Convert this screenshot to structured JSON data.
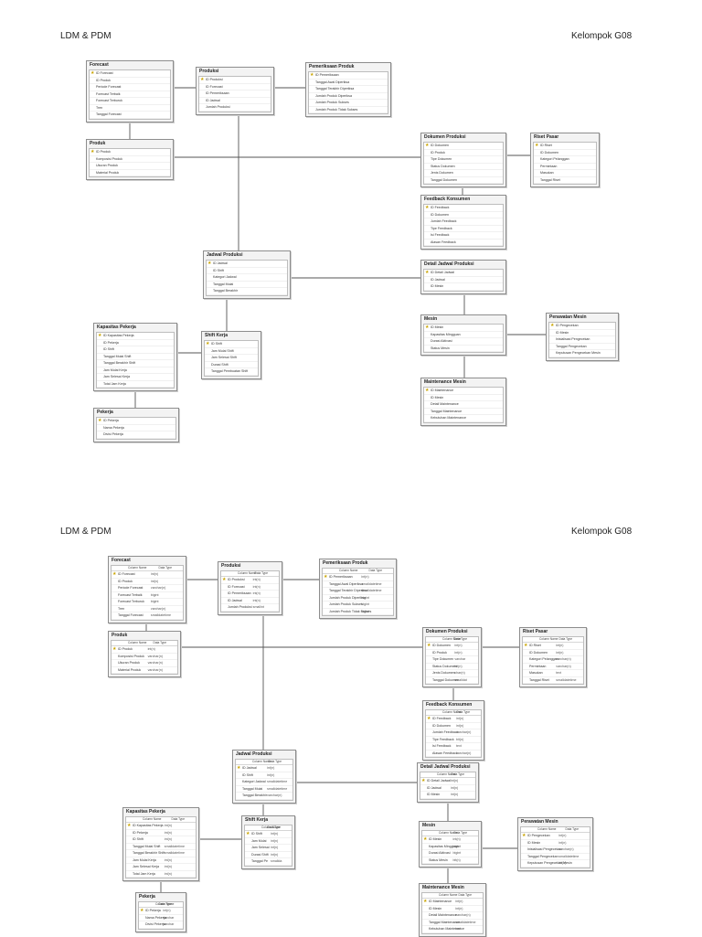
{
  "page": {
    "sections": [
      {
        "title": "LDM & PDM",
        "group": "Kelompok G08"
      },
      {
        "title": "LDM & PDM",
        "group": "Kelompok G08"
      }
    ]
  },
  "ldm": {
    "forecast": {
      "title": "Forecast",
      "rows": [
        "ID Forecast",
        "ID Produk",
        "Periode Forecast",
        "Forecast Terbaik",
        "Forecast Terburuk",
        "Tren",
        "Tanggal Forecast"
      ]
    },
    "produksi": {
      "title": "Produksi",
      "rows": [
        "ID Produksi",
        "ID Forecast",
        "ID Pemeriksaan",
        "ID Jadwal",
        "Jumlah Produksi"
      ]
    },
    "pemeriksaan": {
      "title": "Pemeriksaan Produk",
      "rows": [
        "ID Pemeriksaan",
        "Tanggal Awal Diperiksa",
        "Tanggal Terakhir Diperiksa",
        "Jumlah Produk Diperiksa",
        "Jumlah Produk Sukses",
        "Jumlah Produk Tidak Sukses"
      ]
    },
    "produk": {
      "title": "Produk",
      "rows": [
        "ID Produk",
        "Komposisi Produk",
        "Ukuran Produk",
        "Material Produk"
      ]
    },
    "dokumen": {
      "title": "Dokumen Produksi",
      "rows": [
        "ID Dokumen",
        "ID Produk",
        "Tipe Dokumen",
        "Status Dokumen",
        "Jenis Dokumen",
        "Tanggal Dokumen"
      ]
    },
    "riset": {
      "title": "Riset Pasar",
      "rows": [
        "ID Riset",
        "ID Dokumen",
        "Kategori Pelanggan",
        "Permintaan",
        "Masukan",
        "Tanggal Riset"
      ]
    },
    "feedback": {
      "title": "Feedback Konsumen",
      "rows": [
        "ID Feedback",
        "ID Dokumen",
        "Jumlah Feedback",
        "Tipe Feedback",
        "Isi Feedback",
        "Alasan Feedback"
      ]
    },
    "jadwal": {
      "title": "Jadwal Produksi",
      "rows": [
        "ID Jadwal",
        "ID Shift",
        "Kategori Jadwal",
        "Tanggal Mulai",
        "Tanggal Berakhir"
      ]
    },
    "detail": {
      "title": "Detail Jadwal Produksi",
      "rows": [
        "ID Detail Jadwal",
        "ID Jadwal",
        "ID Mesin"
      ]
    },
    "mesin": {
      "title": "Mesin",
      "rows": [
        "ID Mesin",
        "Kapasitas Mingguan",
        "Durasi Aktivasi",
        "Status Mesin"
      ]
    },
    "perawatan": {
      "title": "Perawatan Mesin",
      "rows": [
        "ID Pengecekan",
        "ID Mesin",
        "Inisialisasi Pengecekan",
        "Tanggal Pengecekan",
        "Keputusan Pengecekan Mesin"
      ]
    },
    "maintenance": {
      "title": "Maintenance Mesin",
      "rows": [
        "ID Maintenance",
        "ID Mesin",
        "Detail Maintenance",
        "Tanggal Maintenance",
        "Kebutuhan Maintenance"
      ]
    },
    "kapasitas": {
      "title": "Kapasitas Pekerja",
      "rows": [
        "ID Kapasitas Pekerja",
        "ID Pekerja",
        "ID Shift",
        "Tanggal Mulai Shift",
        "Tanggal Berakhir Shift",
        "Jam Mulai Kerja",
        "Jam Selesai Kerja",
        "Total Jam Kerja"
      ]
    },
    "shift": {
      "title": "Shift Kerja",
      "rows": [
        "ID Shift",
        "Jam Mulai Shift",
        "Jam Selesai Shift",
        "Durasi Shift",
        "Tanggal Pembuatan Shift"
      ]
    },
    "pekerja": {
      "title": "Pekerja",
      "rows": [
        "ID Pekerja",
        "Nama Pekerja",
        "Divisi Pekerja"
      ]
    }
  },
  "pdm": {
    "colhdr": {
      "name": "Column Name",
      "type": "Data Type"
    },
    "forecast": {
      "title": "Forecast",
      "rows": [
        [
          "ID Forecast",
          "int(n)"
        ],
        [
          "ID Produk",
          "int(n)"
        ],
        [
          "Periode Forecast",
          "varchar(n)"
        ],
        [
          "Forecast Terbaik",
          "bigint"
        ],
        [
          "Forecast Terburuk",
          "bigint"
        ],
        [
          "Tren",
          "varchar(n)"
        ],
        [
          "Tanggal Forecast",
          "smalldatetime"
        ]
      ]
    },
    "produksi": {
      "title": "Produksi",
      "rows": [
        [
          "ID Produksi",
          "int(n)"
        ],
        [
          "ID Forecast",
          "int(n)"
        ],
        [
          "ID Pemeriksaan",
          "int(n)"
        ],
        [
          "ID Jadwal",
          "int(n)"
        ],
        [
          "Jumlah Produksi",
          "smallint"
        ]
      ]
    },
    "pemeriksaan": {
      "title": "Pemeriksaan Produk",
      "rows": [
        [
          "ID Pemeriksaan",
          "int(n)"
        ],
        [
          "Tanggal Awal Diperiksa",
          "smalldatetime"
        ],
        [
          "Tanggal Terakhir Diperiksa",
          "smalldatetime"
        ],
        [
          "Jumlah Produk Diperiksa",
          "bigint"
        ],
        [
          "Jumlah Produk Sukses",
          "bigint"
        ],
        [
          "Jumlah Produk Tidak Sukses",
          "bigint"
        ]
      ]
    },
    "produk": {
      "title": "Produk",
      "rows": [
        [
          "ID Produk",
          "int(n)"
        ],
        [
          "Komposisi Produk",
          "varchar(n)"
        ],
        [
          "Ukuran Produk",
          "varchar(n)"
        ],
        [
          "Material Produk",
          "varchar(n)"
        ]
      ]
    },
    "dokumen": {
      "title": "Dokumen Produksi",
      "rows": [
        [
          "ID Dokumen",
          "int(n)"
        ],
        [
          "ID Produk",
          "int(n)"
        ],
        [
          "Tipe Dokumen",
          "varchar"
        ],
        [
          "Status Dokumen",
          "bit(n)"
        ],
        [
          "Jenis Dokumen",
          "char(n)"
        ],
        [
          "Tanggal Dokumen",
          "smalldat"
        ]
      ]
    },
    "riset": {
      "title": "Riset Pasar",
      "rows": [
        [
          "ID Riset",
          "int(n)"
        ],
        [
          "ID Dokumen",
          "int(n)"
        ],
        [
          "Kategori Pelanggan",
          "varchar(n)"
        ],
        [
          "Permintaan",
          "varchar(n)"
        ],
        [
          "Masukan",
          "text"
        ],
        [
          "Tanggal Riset",
          "smalldatetime"
        ]
      ]
    },
    "feedback": {
      "title": "Feedback Konsumen",
      "rows": [
        [
          "ID Feedback",
          "int(n)"
        ],
        [
          "ID Dokumen",
          "int(n)"
        ],
        [
          "Jumlah Feedback",
          "varchar(n)"
        ],
        [
          "Tipe Feedback",
          "bit(n)"
        ],
        [
          "Isi Feedback",
          "text"
        ],
        [
          "Alasan Feedback",
          "varchar(n)"
        ]
      ]
    },
    "jadwal": {
      "title": "Jadwal Produksi",
      "rows": [
        [
          "ID Jadwal",
          "int(n)"
        ],
        [
          "ID Shift",
          "int(n)"
        ],
        [
          "Kategori Jadwal",
          "smalldatetime"
        ],
        [
          "Tanggal Mulai",
          "smalldatetime"
        ],
        [
          "Tanggal Berakhir",
          "varchar(n)"
        ]
      ]
    },
    "detail": {
      "title": "Detail Jadwal Produksi",
      "rows": [
        [
          "ID Detail Jadwal",
          "int(n)"
        ],
        [
          "ID Jadwal",
          "int(n)"
        ],
        [
          "ID Mesin",
          "int(n)"
        ]
      ]
    },
    "mesin": {
      "title": "Mesin",
      "rows": [
        [
          "ID Mesin",
          "int(n)"
        ],
        [
          "Kapasitas Mingguan",
          "bigint"
        ],
        [
          "Durasi Aktivasi",
          "bigint"
        ],
        [
          "Status Mesin",
          "bit(n)"
        ]
      ]
    },
    "perawatan": {
      "title": "Perawatan Mesin",
      "rows": [
        [
          "ID Pengecekan",
          "int(n)"
        ],
        [
          "ID Mesin",
          "int(n)"
        ],
        [
          "Inisialisasi Pengecekan",
          "varchar(n)"
        ],
        [
          "Tanggal Pengecekan",
          "smalldatetime"
        ],
        [
          "Keputusan Pengecekan Mesin",
          "bit(n)"
        ]
      ]
    },
    "maintenance": {
      "title": "Maintenance Mesin",
      "rows": [
        [
          "ID Maintenance",
          "int(n)"
        ],
        [
          "ID Mesin",
          "int(n)"
        ],
        [
          "Detail Maintenance",
          "varchar(n)"
        ],
        [
          "Tanggal Maintenance",
          "smalldatetime"
        ],
        [
          "Kebutuhan Maintenance",
          "text"
        ]
      ]
    },
    "kapasitas": {
      "title": "Kapasitas Pekerja",
      "rows": [
        [
          "ID Kapasitas Pekerja",
          "int(n)"
        ],
        [
          "ID Pekerja",
          "int(n)"
        ],
        [
          "ID Shift",
          "int(n)"
        ],
        [
          "Tanggal Mulai Shift",
          "smalldatetime"
        ],
        [
          "Tanggal Berakhir Shift",
          "smalldatetime"
        ],
        [
          "Jam Mulai Kerja",
          "int(n)"
        ],
        [
          "Jam Selesai Kerja",
          "int(n)"
        ],
        [
          "Total Jam Kerja",
          "int(n)"
        ]
      ]
    },
    "shift": {
      "title": "Shift Kerja",
      "rows": [
        [
          "ID Shift",
          "int(n)"
        ],
        [
          "Jam Mulai",
          "int(n)"
        ],
        [
          "Jam Selesai",
          "int(n)"
        ],
        [
          "Durasi Shift",
          "int(n)"
        ],
        [
          "Tanggal Pe",
          "smallda"
        ]
      ]
    },
    "pekerja": {
      "title": "Pekerja",
      "rows": [
        [
          "ID Pekerja",
          "int(n)"
        ],
        [
          "Nama Pekerja",
          "varchar"
        ],
        [
          "Divisi Pekerja",
          "varchar"
        ]
      ]
    }
  }
}
